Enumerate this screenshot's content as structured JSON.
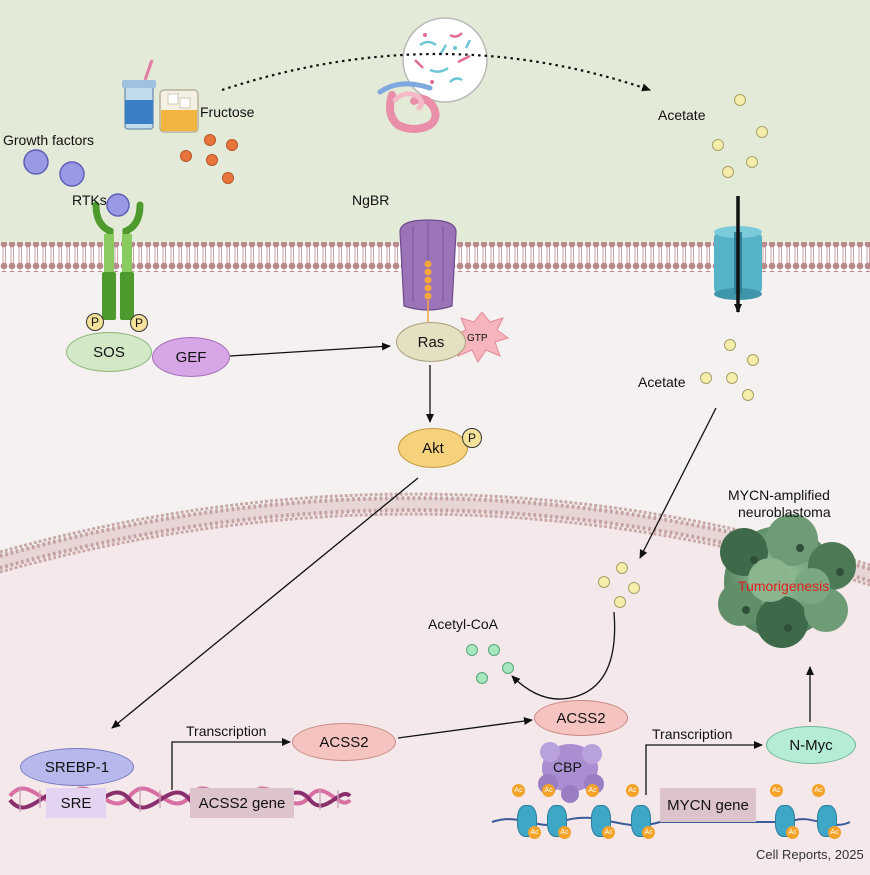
{
  "labels": {
    "growth_factors": "Growth factors",
    "fructose": "Fructose",
    "acetate_top": "Acetate",
    "rtks": "RTKs",
    "ngbr": "NgBR",
    "sos": "SOS",
    "gef": "GEF",
    "ras": "Ras",
    "gtp": "GTP",
    "akt": "Akt",
    "phospho": "P",
    "acetate_mid": "Acetate",
    "mycn_amplified": "MYCN-amplified",
    "neuroblastoma": "neuroblastoma",
    "tumorigenesis": "Tumorigenesis",
    "acetyl_coa": "Acetyl-CoA",
    "transcription_left": "Transcription",
    "transcription_right": "Transcription",
    "acss2_left": "ACSS2",
    "acss2_right": "ACSS2",
    "srebp1": "SREBP-1",
    "sre": "SRE",
    "acss2_gene": "ACSS2 gene",
    "cbp": "CBP",
    "n_myc": "N-Myc",
    "mycn_gene": "MYCN gene",
    "acetyl_mark": "Ac",
    "citation": "Cell Reports, 2025"
  },
  "colors": {
    "extracellular": "#e3ead7",
    "cytoplasm": "#f4f1f0",
    "nucleus": "#f5e8ea",
    "membrane": "#b98a8c",
    "growth_factor": "#9999e6",
    "fructose_dot": "#e9743c",
    "acetate_dot": "#f4eeaa",
    "acetyl_coa_dot": "#a7e6bf",
    "sos": "#d2e8c6",
    "gef": "#d7a6e6",
    "ras": "#e6e0c3",
    "akt": "#f6d27d",
    "srebp1": "#b7b9ec",
    "acss2": "#f6c4c0",
    "n_myc": "#b5ecd6",
    "ngbr": "#9b74b8",
    "rtk": "#5aa832",
    "channel": "#56b3c7",
    "cbp": "#a98ed1",
    "nucleosome": "#3ea6c6",
    "acetyl_mark": "#f3a32a",
    "tumor": "#5d8f6a",
    "tumorigenesis_text": "#e02020"
  },
  "icons": [
    "drinks-icon",
    "gut-microbiome-icon",
    "intestine-icon",
    "rtk-receptor-icon",
    "ngbr-receptor-icon",
    "acetate-transporter-icon",
    "tumor-icon",
    "dna-icon",
    "nucleosome-icon",
    "cbp-icon"
  ]
}
